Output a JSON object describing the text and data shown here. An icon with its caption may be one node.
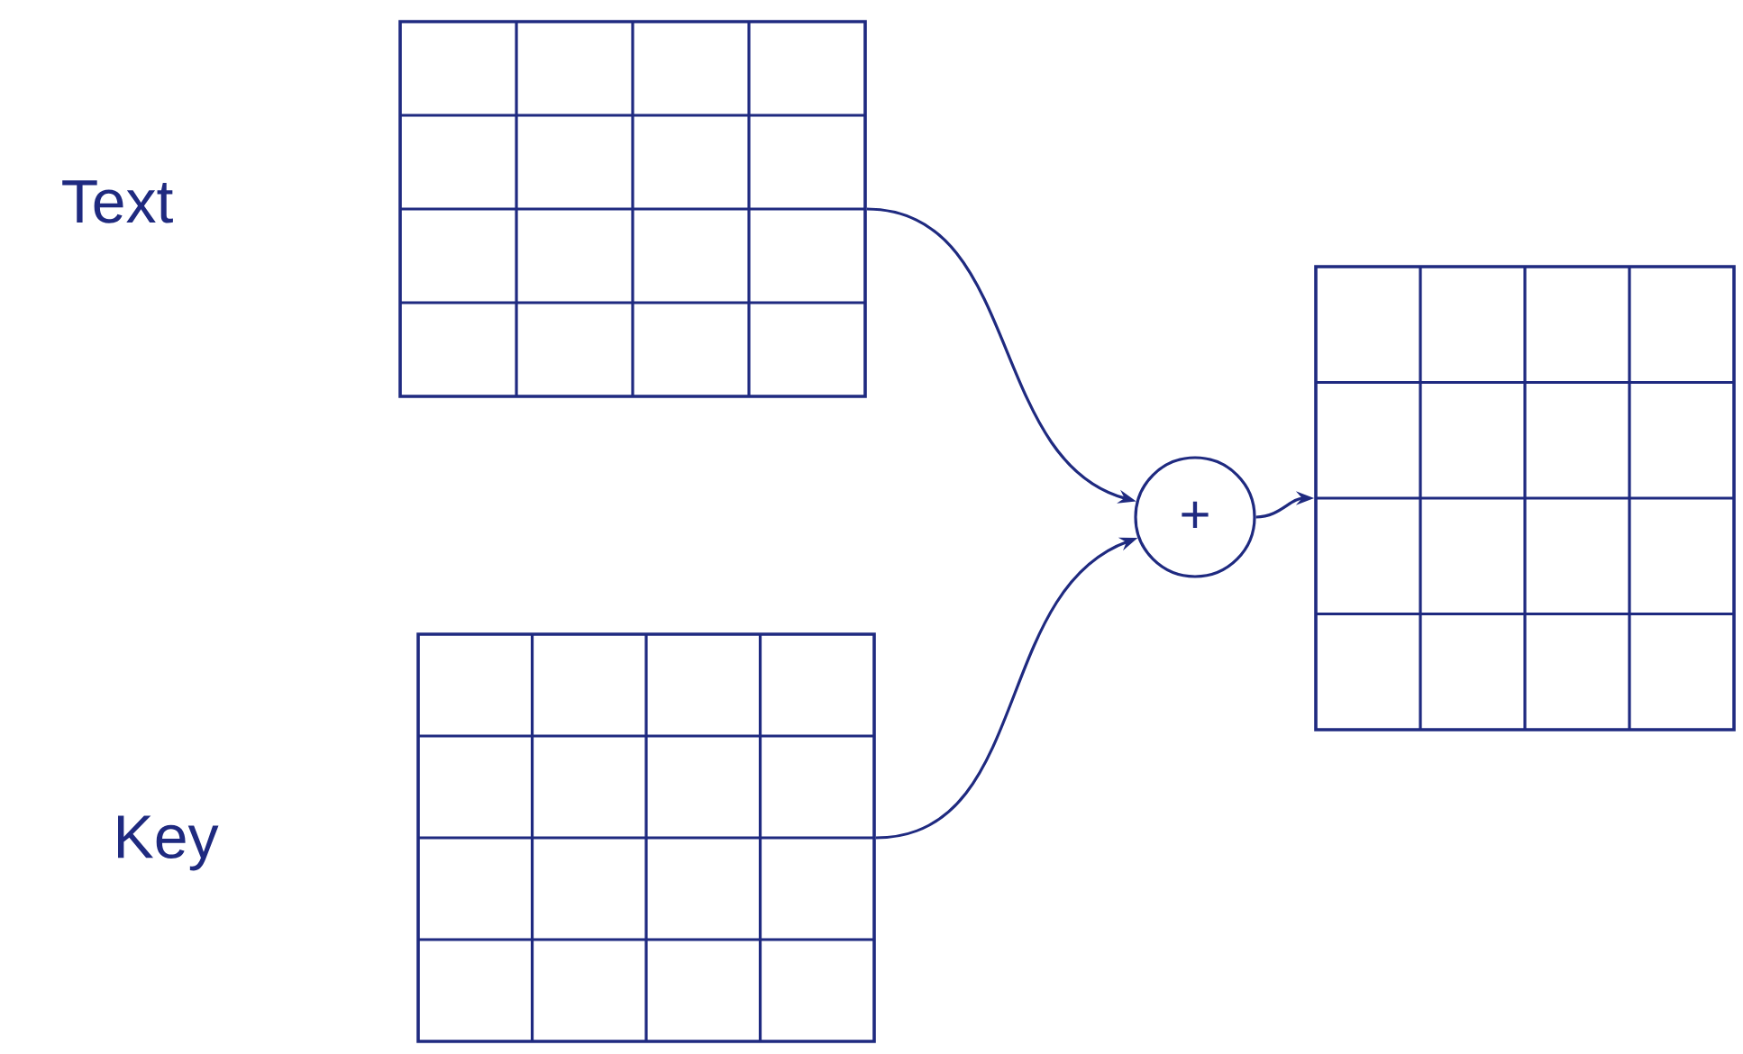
{
  "diagram": {
    "nodes": [
      {
        "text": [],
        "shape": "grid",
        "beside": [
          "Text"
        ]
      },
      {
        "text": [],
        "shape": "grid",
        "beside": [
          "Key"
        ]
      },
      {
        "text": [
          "+"
        ]
      },
      {
        "text": [],
        "shape": "grid"
      }
    ],
    "edges": [
      {
        "from": 0,
        "to": 2,
        "arrow": "to"
      },
      {
        "from": 1,
        "to": 2,
        "arrow": "to"
      },
      {
        "from": 2,
        "to": 3,
        "arrow": "to"
      }
    ]
  }
}
